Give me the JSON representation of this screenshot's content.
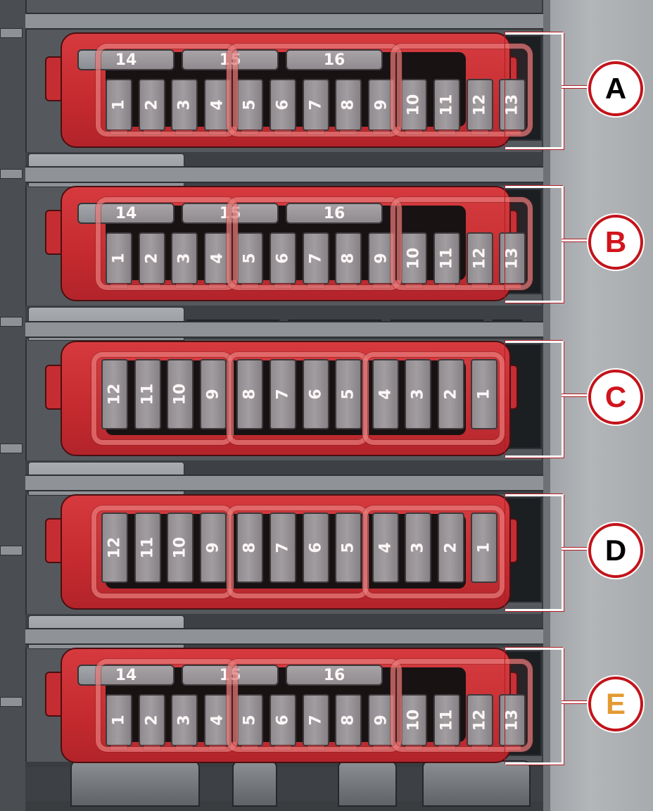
{
  "colors": {
    "housing": "#c9282e",
    "badge_border": "#c2141b",
    "label_A": "#000000",
    "label_B": "#d2141b",
    "label_C": "#d2141b",
    "label_D": "#000000",
    "label_E": "#e39a32"
  },
  "rows": [
    {
      "label": "A",
      "color": "#000000",
      "upper": [
        "14",
        "15",
        "16"
      ],
      "fuses": [
        "1",
        "2",
        "3",
        "4",
        "5",
        "6",
        "7",
        "8",
        "9",
        "10",
        "11",
        "12",
        "13"
      ]
    },
    {
      "label": "B",
      "color": "#d2141b",
      "upper": [
        "14",
        "15",
        "16"
      ],
      "fuses": [
        "1",
        "2",
        "3",
        "4",
        "5",
        "6",
        "7",
        "8",
        "9",
        "10",
        "11",
        "12",
        "13"
      ]
    },
    {
      "label": "C",
      "color": "#d2141b",
      "fuses": [
        "12",
        "11",
        "10",
        "9",
        "8",
        "7",
        "6",
        "5",
        "4",
        "3",
        "2",
        "1"
      ]
    },
    {
      "label": "D",
      "color": "#000000",
      "fuses": [
        "12",
        "11",
        "10",
        "9",
        "8",
        "7",
        "6",
        "5",
        "4",
        "3",
        "2",
        "1"
      ]
    },
    {
      "label": "E",
      "color": "#e39a32",
      "upper": [
        "14",
        "15",
        "16"
      ],
      "fuses": [
        "1",
        "2",
        "3",
        "4",
        "5",
        "6",
        "7",
        "8",
        "9",
        "10",
        "11",
        "12",
        "13"
      ]
    }
  ]
}
